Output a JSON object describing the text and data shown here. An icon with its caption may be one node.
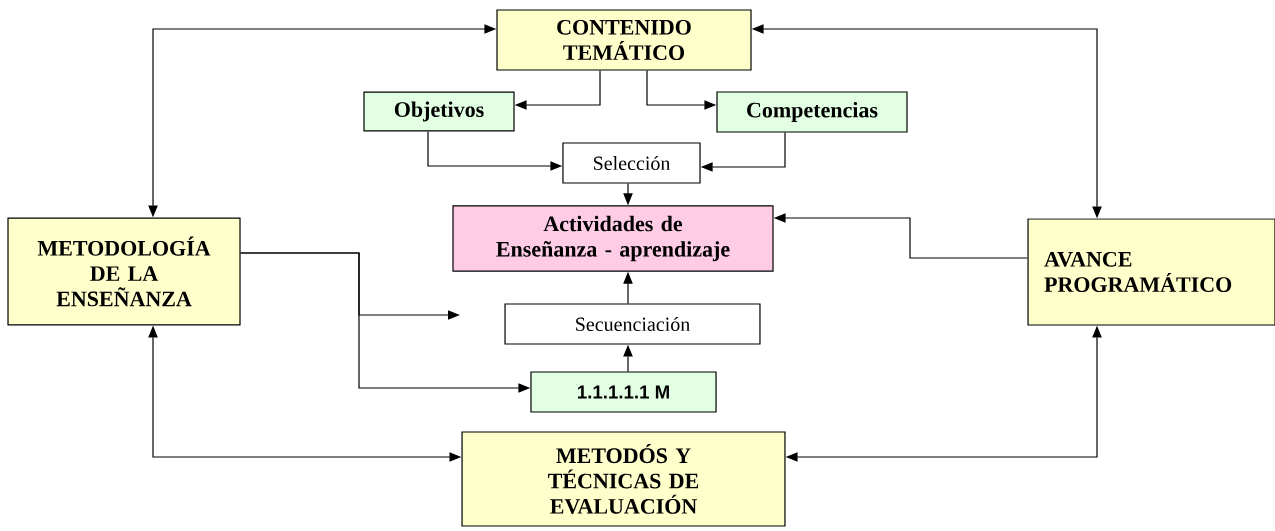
{
  "diagram": {
    "nodes": [
      {
        "text": [
          "CONTENIDO TEMÁTICO"
        ]
      },
      {
        "text": [
          "Objetivos"
        ]
      },
      {
        "text": [
          "Competencias"
        ]
      },
      {
        "text": [
          "Selección"
        ]
      },
      {
        "text": [
          "METODOLOGÍA DE LA ENSEÑANZA"
        ]
      },
      {
        "text": [
          "Actividades de Enseñanza - aprendizaje"
        ]
      },
      {
        "text": [
          "AVANCE PROGRAMÁTICO"
        ]
      },
      {
        "text": [
          "Secuenciación"
        ]
      },
      {
        "text": [
          "1.1.1.1.1 M"
        ]
      },
      {
        "text": [
          "METODÓS Y TÉCNICAS DE EVALUACIÓN"
        ]
      }
    ],
    "edges": [
      {
        "from": 4,
        "to": 0,
        "arrow": "both"
      },
      {
        "from": 0,
        "to": 6,
        "arrow": "both"
      },
      {
        "from": 0,
        "to": 1,
        "arrow": "to"
      },
      {
        "from": 0,
        "to": 2,
        "arrow": "to"
      },
      {
        "from": 1,
        "to": 3,
        "arrow": "to"
      },
      {
        "from": 2,
        "to": 3,
        "arrow": "to"
      },
      {
        "from": 3,
        "to": 5,
        "arrow": "to"
      },
      {
        "from": 6,
        "to": 5,
        "arrow": "to"
      },
      {
        "from": 4,
        "to": null,
        "arrow": "to"
      },
      {
        "from": 4,
        "to": 8,
        "arrow": "to"
      },
      {
        "from": 8,
        "to": 7,
        "arrow": "to"
      },
      {
        "from": 7,
        "to": 5,
        "arrow": "to"
      },
      {
        "from": 4,
        "to": 9,
        "arrow": "both"
      },
      {
        "from": 6,
        "to": 9,
        "arrow": "both"
      }
    ]
  }
}
